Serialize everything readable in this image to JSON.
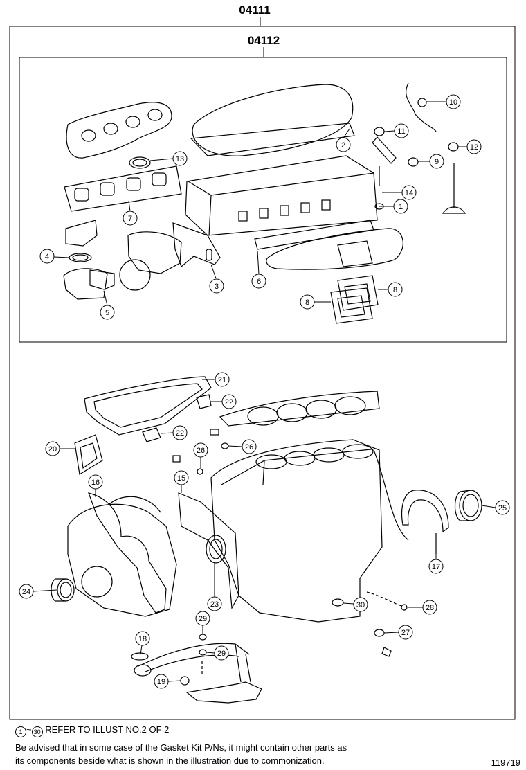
{
  "assembly_codes": {
    "outer": "04111",
    "inner": "04112"
  },
  "callouts": [
    {
      "num": "1"
    },
    {
      "num": "2"
    },
    {
      "num": "3"
    },
    {
      "num": "4"
    },
    {
      "num": "5"
    },
    {
      "num": "6"
    },
    {
      "num": "7"
    },
    {
      "num": "8"
    },
    {
      "num": "8"
    },
    {
      "num": "9"
    },
    {
      "num": "10"
    },
    {
      "num": "11"
    },
    {
      "num": "12"
    },
    {
      "num": "13"
    },
    {
      "num": "14"
    },
    {
      "num": "15"
    },
    {
      "num": "16"
    },
    {
      "num": "17"
    },
    {
      "num": "18"
    },
    {
      "num": "19"
    },
    {
      "num": "20"
    },
    {
      "num": "21"
    },
    {
      "num": "22"
    },
    {
      "num": "22"
    },
    {
      "num": "23"
    },
    {
      "num": "24"
    },
    {
      "num": "25"
    },
    {
      "num": "26"
    },
    {
      "num": "26"
    },
    {
      "num": "27"
    },
    {
      "num": "28"
    },
    {
      "num": "29"
    },
    {
      "num": "29"
    },
    {
      "num": "30"
    }
  ],
  "notes": {
    "ref_start": "1",
    "ref_sep": "~",
    "ref_end": "30",
    "ref_text": "REFER TO ILLUST NO.2 OF 2",
    "advice_line1": "Be advised that in some case of the Gasket Kit P/Ns,  it might contain other parts as",
    "advice_line2": "its components beside what is shown in the illustration due to commonization."
  },
  "figure_number": "119719"
}
